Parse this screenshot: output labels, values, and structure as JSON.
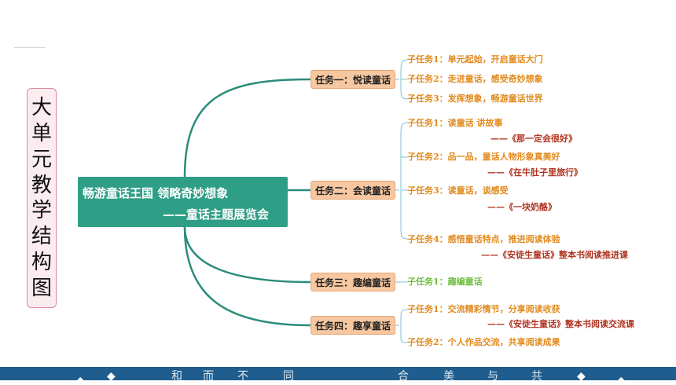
{
  "title_vertical": [
    "大",
    "单",
    "元",
    "教",
    "学",
    "结",
    "构",
    "图"
  ],
  "center": {
    "line1": "畅游童话王国     领略奇妙想象",
    "line2": "——童话主题展览会"
  },
  "tasks": [
    {
      "label": "任务一：悦读童话",
      "subtasks": [
        {
          "text": "子任务1：单元起始，开启童话大门"
        },
        {
          "text": "子任务2：走进童话，感受奇妙想象"
        },
        {
          "text": "子任务3：发挥想象，畅游童话世界"
        }
      ]
    },
    {
      "label": "任务二：会读童话",
      "subtasks": [
        {
          "text": "子任务1：读童话  讲故事",
          "book": "——《那一定会很好》"
        },
        {
          "text": "子任务2：品一品，童话人物形象真美好",
          "book": "——《在牛肚子里旅行》"
        },
        {
          "text": "子任务3：读童话，谈感受",
          "book": "——《一块奶酪》"
        },
        {
          "text": "子任务4：感悟童话特点，推进阅读体验",
          "book": "——《安徒生童话》整本书阅读推进课"
        }
      ]
    },
    {
      "label": "任务三：趣编童话",
      "subtasks": [
        {
          "text": "子任务1：趣编童话"
        }
      ]
    },
    {
      "label": "任务四：趣享童话",
      "subtasks": [
        {
          "text": "子任务1：交流精彩情节，分享阅读收获",
          "book": "——《安徒生童话》整本书阅读交流课"
        },
        {
          "text": "子任务2：个人作品交流，共享阅读成果"
        }
      ]
    }
  ],
  "footer_chars": [
    "和",
    "而",
    "不",
    "同",
    "合",
    "美",
    "与",
    "共"
  ],
  "colors": {
    "center_bg": "#2f9e86",
    "task_bg": "#f6c7a0",
    "branch": "#2b8c7a",
    "sub_orange": "#e28a1c",
    "sub_green": "#6cbf3c",
    "book_red": "#b0321f",
    "footer": "#1e5d8e"
  }
}
